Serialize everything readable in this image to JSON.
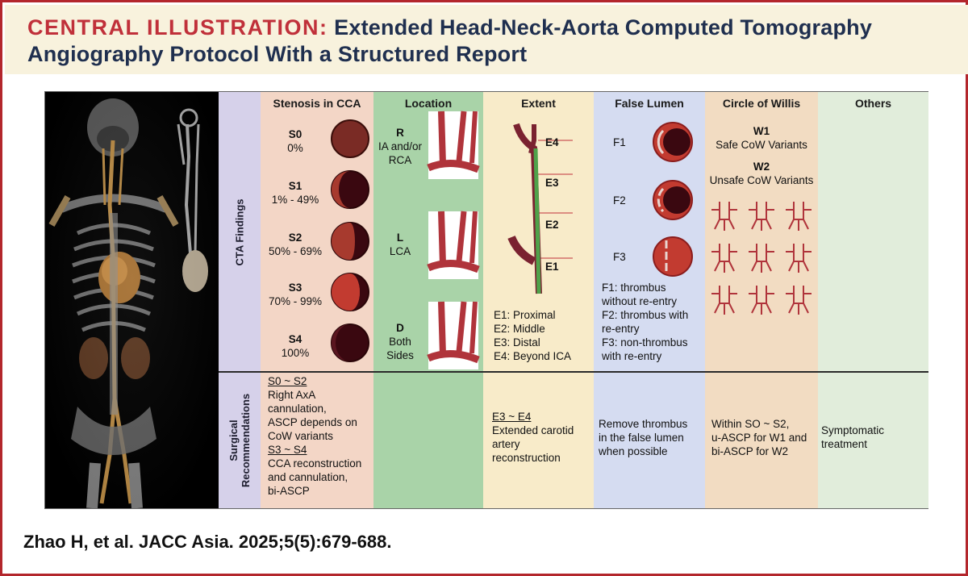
{
  "header": {
    "title_lead": "CENTRAL ILLUSTRATION:",
    "title_rest": "Extended Head-Neck-Aorta Computed Tomography Angiography Protocol With a Structured Report"
  },
  "rows": {
    "findings": "CTA Findings",
    "recommendations_l1": "Surgical",
    "recommendations_l2": "Recommendations"
  },
  "columns": {
    "stenosis": "Stenosis in CCA",
    "location": "Location",
    "extent": "Extent",
    "false_lumen": "False Lumen",
    "cow": "Circle of Willis",
    "others": "Others"
  },
  "stenosis": [
    {
      "code": "S0",
      "range": "0%"
    },
    {
      "code": "S1",
      "range": "1% - 49%"
    },
    {
      "code": "S2",
      "range": "50% - 69%"
    },
    {
      "code": "S3",
      "range": "70% - 99%"
    },
    {
      "code": "S4",
      "range": "100%"
    }
  ],
  "location": [
    {
      "code": "R",
      "l1": "IA and/or",
      "l2": "RCA"
    },
    {
      "code": "L",
      "l1": "LCA",
      "l2": ""
    },
    {
      "code": "D",
      "l1": "Both",
      "l2": "Sides"
    }
  ],
  "extent": {
    "labels": [
      "E4",
      "E3",
      "E2",
      "E1"
    ],
    "legend": [
      "E1: Proximal",
      "E2: Middle",
      "E3: Distal",
      "E4: Beyond ICA"
    ]
  },
  "false_lumen": {
    "labels": [
      "F1",
      "F2",
      "F3"
    ],
    "legend": [
      "F1: thrombus",
      "without re-entry",
      "F2: thrombus with",
      "re-entry",
      "F3: non-thrombus",
      "with re-entry"
    ]
  },
  "cow": {
    "w1_code": "W1",
    "w1_text": "Safe CoW Variants",
    "w2_code": "W2",
    "w2_text": "Unsafe CoW Variants"
  },
  "recs": {
    "stenosis": {
      "h1": "S0 ~ S2",
      "t1": [
        "Right AxA",
        "cannulation,",
        "ASCP depends on",
        "CoW variants"
      ],
      "h2": "S3 ~ S4",
      "t2": [
        "CCA reconstruction",
        "and cannulation,",
        "bi-ASCP"
      ]
    },
    "extent": {
      "h": "E3 ~ E4",
      "t": [
        "Extended carotid",
        "artery",
        "reconstruction"
      ]
    },
    "false_lumen": [
      "Remove thrombus",
      "in the false lumen",
      "when possible"
    ],
    "cow": [
      "Within SO ~ S2,",
      "u-ASCP for W1 and",
      "bi-ASCP for W2"
    ],
    "others": [
      "Symptomatic",
      "treatment"
    ]
  },
  "citation": "Zhao H, et al. JACC Asia. 2025;5(5):679-688.",
  "colors": {
    "brand_red": "#c0303a",
    "navy": "#1f2f4f",
    "stenosis_bg": "#f3d6c6",
    "location_bg": "#a9d3a8",
    "extent_bg": "#f8ebc9",
    "false_lumen_bg": "#d5dcf1",
    "cow_bg": "#f2dcc2",
    "others_bg": "#e1eddb",
    "side_bg": "#d6d1ea"
  }
}
